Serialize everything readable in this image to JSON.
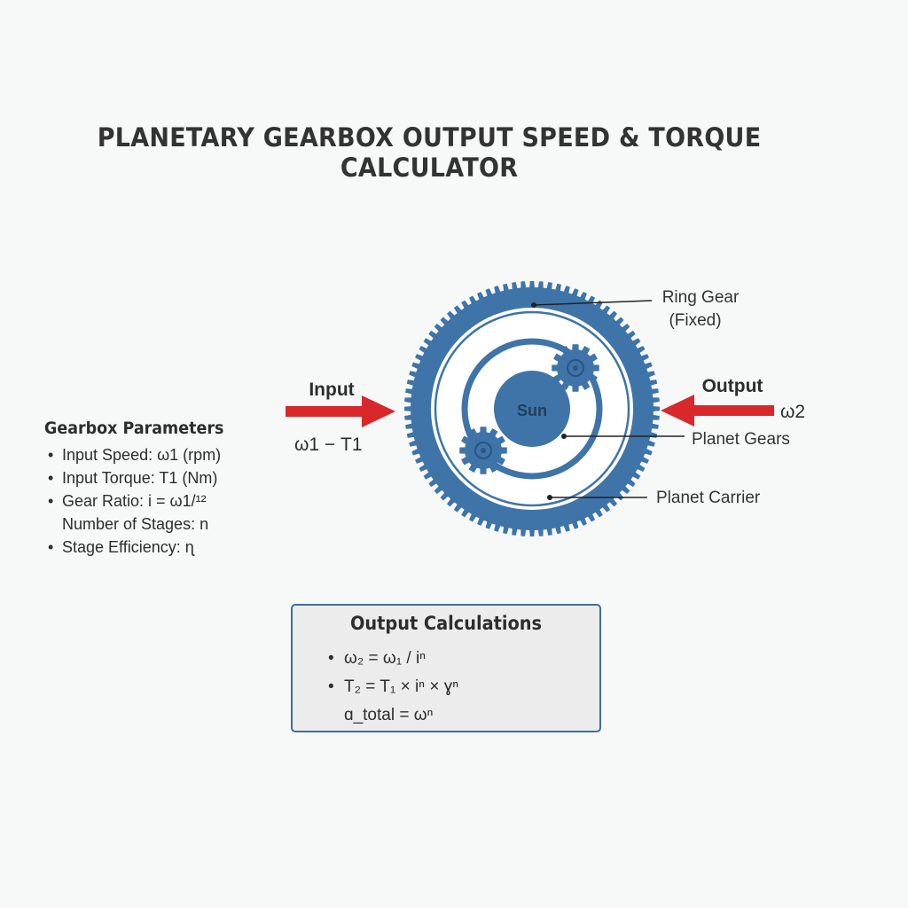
{
  "title": "PLANETARY GEARBOX OUTPUT SPEED & TORQUE CALCULATOR",
  "colors": {
    "gear": "#3f74a8",
    "gear_dark": "#2f5f8f",
    "arrow": "#d8282c",
    "box_border": "#3d6f9e",
    "box_bg": "#ececec"
  },
  "diagram": {
    "sun_label": "Sun",
    "ring_gear_label_line1": "Ring Gear",
    "ring_gear_label_line2": "(Fixed)",
    "planet_gears_label": "Planet Gears",
    "planet_carrier_label": "Planet Carrier",
    "input_label": "Input",
    "output_label": "Output",
    "input_formula": "ω1 − T1",
    "output_formula": "ω2"
  },
  "parameters": {
    "heading": "Gearbox Parameters",
    "items": [
      {
        "bullet": "•",
        "text": "Input Speed: ω1 (rpm)"
      },
      {
        "bullet": "•",
        "text": "Input Torque: T1 (Nm)"
      },
      {
        "bullet": "•",
        "text": "Gear Ratio: i = ω1/¹²"
      },
      {
        "bullet": "",
        "text": "Number of Stages: n"
      },
      {
        "bullet": "•",
        "text": "Stage Efficiency: ɳ"
      }
    ]
  },
  "calculations": {
    "heading": "Output Calculations",
    "items": [
      {
        "bullet": "•",
        "text": "ω₂ = ω₁ / iⁿ"
      },
      {
        "bullet": "•",
        "text": "T₂ = T₁ × iⁿ × ɣⁿ"
      },
      {
        "bullet": "",
        "text": "ɑ_total = ωⁿ"
      }
    ]
  }
}
